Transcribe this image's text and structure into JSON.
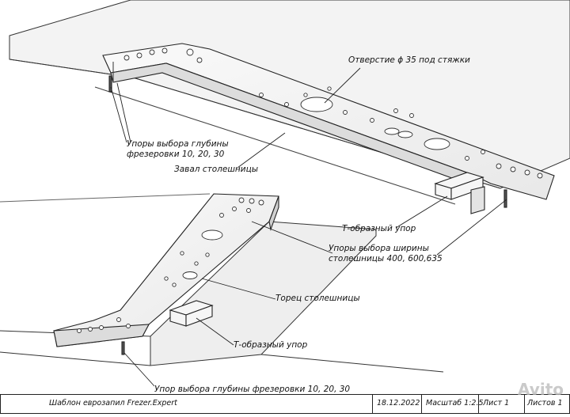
{
  "labels": {
    "hole": "Отверстие ϕ 35 под стяжки",
    "depth_stops_1": "Упоры выбора глубины",
    "depth_stops_2": "фрезеровки 10, 20, 30",
    "zaval": "Завал столешницы",
    "t_stop": "Т-образный упор",
    "width_stops_1": "Упоры  выбора ширины",
    "width_stops_2": "столешницы 400, 600,635",
    "torets": "Торец столешницы",
    "t_stop_lower": "Т-образный упор",
    "depth_stop_lower": "Упор выбора глубины фрезеровки 10, 20, 30"
  },
  "title_block": {
    "title": "Шаблон еврозапил Frezer.Expert",
    "date": "18.12.2022",
    "scale": "Масштаб 1:2.5",
    "sheet": "Лист  1",
    "sheets": "Листов  1"
  },
  "watermark": "Avito"
}
